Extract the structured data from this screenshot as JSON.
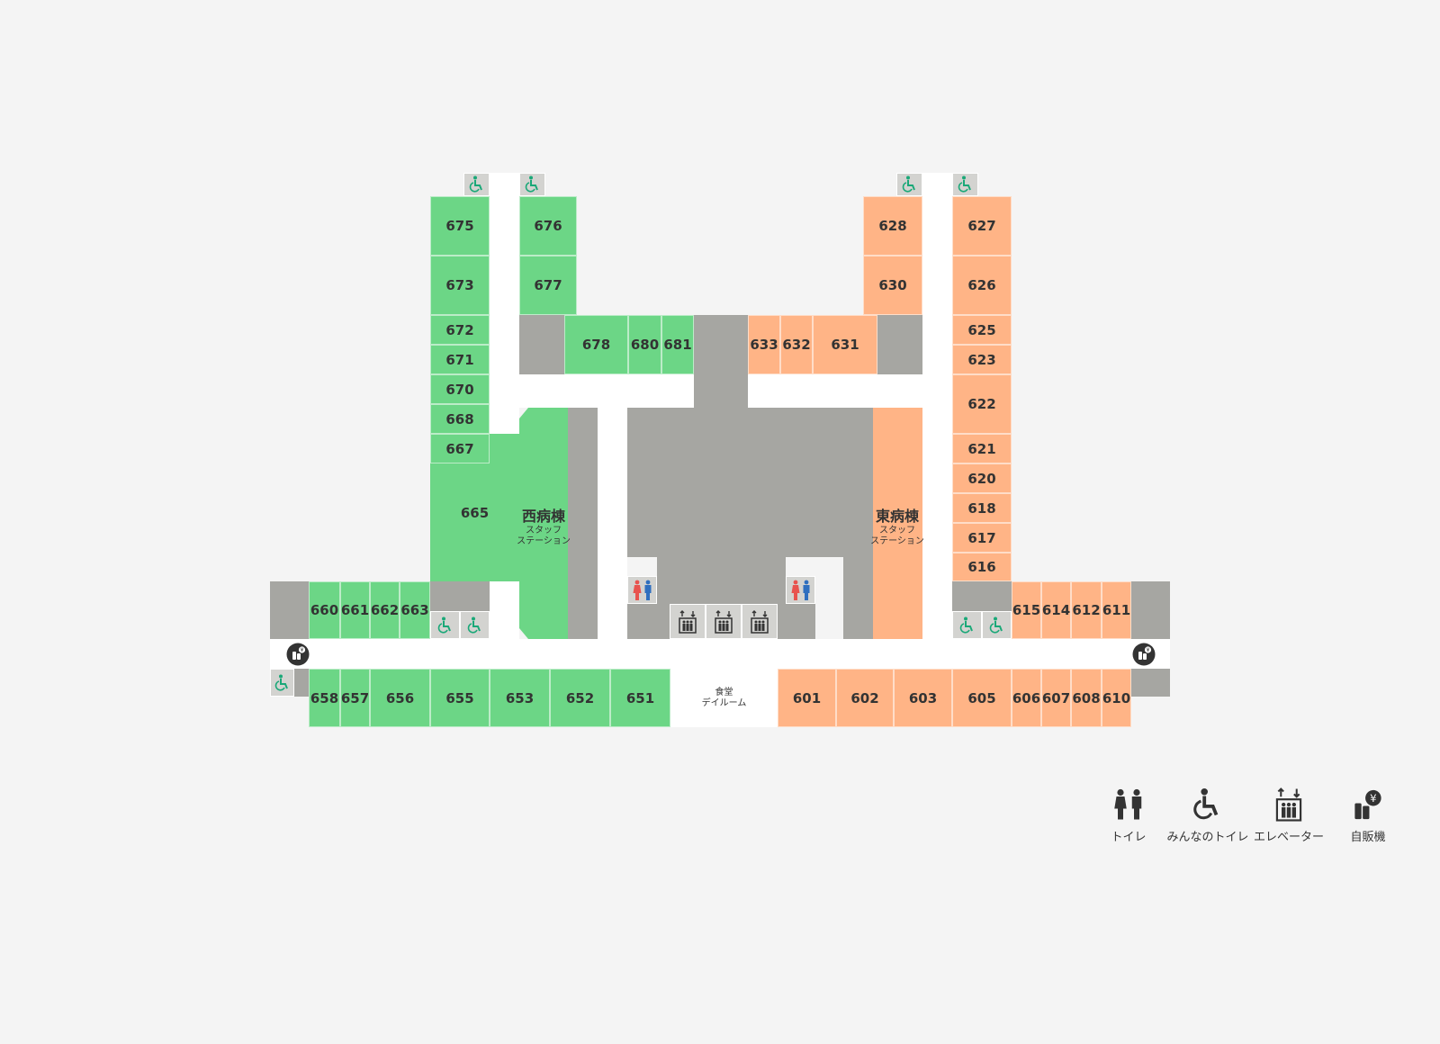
{
  "colors": {
    "west_ward": "#6cd686",
    "east_ward": "#ffb486",
    "structure": "#a6a6a2",
    "corridor": "#ffffff",
    "icon_cell": "#d3d3d0",
    "accessible_icon": "#1aa878",
    "female": "#e8534f",
    "male": "#2f6fbf"
  },
  "west": {
    "station_name": "西病棟",
    "station_sub1": "スタッフ",
    "station_sub2": "ステーション",
    "rooms": {
      "r675": "675",
      "r673": "673",
      "r672": "672",
      "r671": "671",
      "r670": "670",
      "r668": "668",
      "r667": "667",
      "r665": "665",
      "r676": "676",
      "r677": "677",
      "r678": "678",
      "r680": "680",
      "r681": "681",
      "r660": "660",
      "r661": "661",
      "r662": "662",
      "r663": "663",
      "r658": "658",
      "r657": "657",
      "r656": "656",
      "r655": "655",
      "r653": "653",
      "r652": "652",
      "r651": "651"
    }
  },
  "east": {
    "station_name": "東病棟",
    "station_sub1": "スタッフ",
    "station_sub2": "ステーション",
    "rooms": {
      "r628": "628",
      "r630": "630",
      "r627": "627",
      "r626": "626",
      "r625": "625",
      "r623": "623",
      "r622": "622",
      "r621": "621",
      "r620": "620",
      "r618": "618",
      "r617": "617",
      "r616": "616",
      "r633": "633",
      "r632": "632",
      "r631": "631",
      "r615": "615",
      "r614": "614",
      "r612": "612",
      "r611": "611",
      "r601": "601",
      "r602": "602",
      "r603": "603",
      "r605": "605",
      "r606": "606",
      "r607": "607",
      "r608": "608",
      "r610": "610"
    }
  },
  "dining": {
    "line1": "食堂",
    "line2": "デイルーム"
  },
  "legend": {
    "toilet": {
      "icon": "toilet-icon",
      "label": "トイレ"
    },
    "accessible_toilet": {
      "icon": "wheelchair-icon",
      "label": "みんなのトイレ"
    },
    "elevator": {
      "icon": "elevator-icon",
      "label": "エレベーター"
    },
    "vending": {
      "icon": "vending-machine-icon",
      "label": "自販機"
    }
  }
}
